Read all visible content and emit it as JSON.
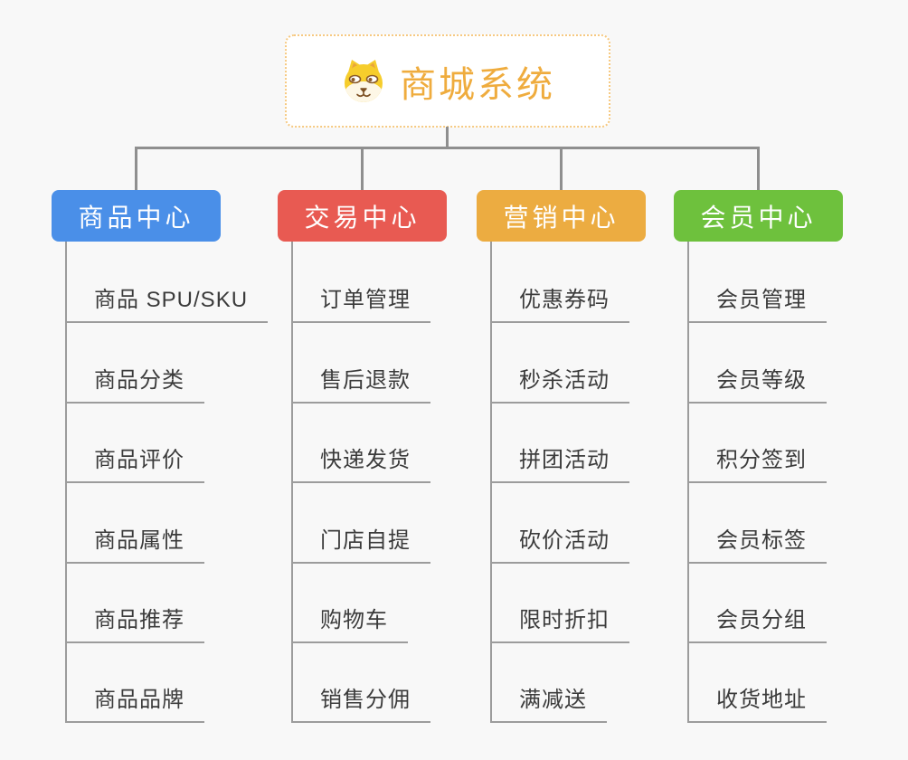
{
  "root": {
    "title": "商城系统",
    "icon": "shiba-dog-icon"
  },
  "theme": {
    "root_text_color": "#efac3e",
    "root_border_color": "#f6c981",
    "connector_color": "#8f8f8f",
    "leaf_text_color": "#3b3b3b",
    "background": "#f8f8f8"
  },
  "branches": [
    {
      "label": "商品中心",
      "color": "#4a8fe8",
      "children": [
        "商品 SPU/SKU",
        "商品分类",
        "商品评价",
        "商品属性",
        "商品推荐",
        "商品品牌"
      ]
    },
    {
      "label": "交易中心",
      "color": "#e85a52",
      "children": [
        "订单管理",
        "售后退款",
        "快递发货",
        "门店自提",
        "购物车",
        "销售分佣"
      ]
    },
    {
      "label": "营销中心",
      "color": "#ecac41",
      "children": [
        "优惠券码",
        "秒杀活动",
        "拼团活动",
        "砍价活动",
        "限时折扣",
        "满减送"
      ]
    },
    {
      "label": "会员中心",
      "color": "#6ec13d",
      "children": [
        "会员管理",
        "会员等级",
        "积分签到",
        "会员标签",
        "会员分组",
        "收货地址"
      ]
    }
  ]
}
